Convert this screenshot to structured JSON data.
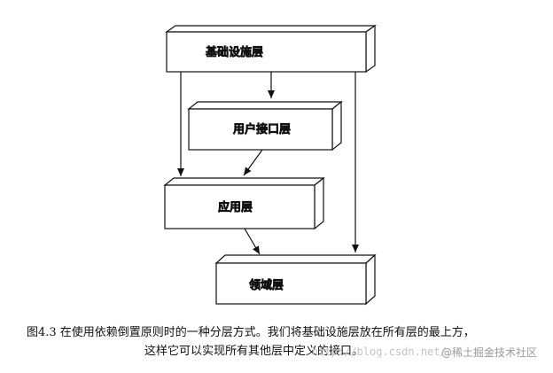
{
  "diagram": {
    "layers": {
      "infrastructure": "基础设施层",
      "ui": "用户接口层",
      "application": "应用层",
      "domain": "领域层"
    }
  },
  "caption": {
    "line1": "图4.3 在使用依赖倒置原则时的一种分层方式。我们将基础设施层放在所有层的最上方，",
    "line2": "这样它可以实现所有其他层中定义的接口。"
  },
  "watermark": {
    "url": "http://blog.csdn.net/",
    "brand": "@稀土掘金技术社区"
  },
  "colors": {
    "stroke": "#111111",
    "background": "#ffffff"
  }
}
